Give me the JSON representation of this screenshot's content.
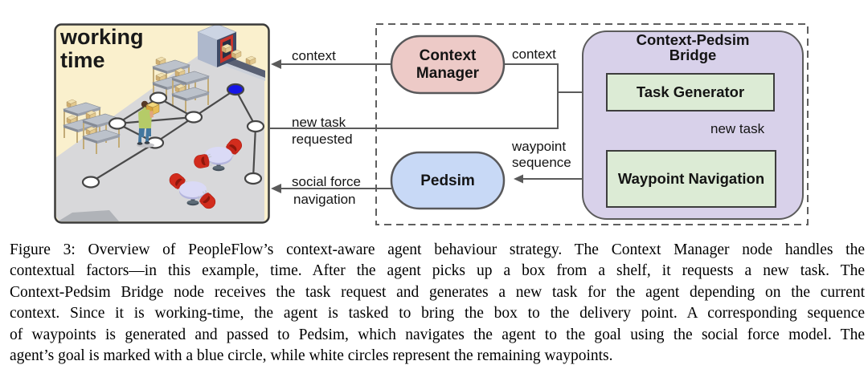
{
  "scene": {
    "title_lines": [
      "working",
      "time"
    ],
    "colors": {
      "background": "#faf0cd",
      "floor": "#d8d8da",
      "goal_blue": "#1616e8",
      "waypoint_white": "#ffffff",
      "chair_red": "#d22c1d",
      "table_lavender": "#dadaf6"
    },
    "icons": {
      "goal": "blue-circle",
      "waypoint": "white-circle",
      "agent": "person-carrying-box",
      "storage": "shelf-rack-with-boxes",
      "delivery": "conveyor-machine",
      "break_area": "table-with-chairs"
    }
  },
  "diagram": {
    "nodes": {
      "context_manager": {
        "lines": [
          "Context",
          "Manager"
        ],
        "fill": "#edcac7"
      },
      "pedsim": {
        "label": "Pedsim",
        "fill": "#c8d9f6"
      },
      "bridge": {
        "lines": [
          "Context-Pedsim",
          "Bridge"
        ],
        "fill": "#d8d1ea"
      },
      "task_generator": {
        "label": "Task Generator",
        "fill": "#dcebd5"
      },
      "waypoint_navigation": {
        "label": "Waypoint Navigation",
        "fill": "#dcebd5"
      }
    },
    "edge_labels": {
      "context_left": "context",
      "context_right": "context",
      "new_task_requested_lines": [
        "new task",
        "requested"
      ],
      "social_force_lines": [
        "social force",
        "navigation"
      ],
      "waypoint_sequence_lines": [
        "waypoint",
        "sequence"
      ],
      "new_task": "new task"
    }
  },
  "caption": {
    "lines": [
      "Figure 3: Overview of PeopleFlow’s context-aware agent behaviour strategy. The Context Manager node handles the",
      "contextual factors—in this example, time. After the agent picks up a box from a shelf, it requests a new task. The",
      "Context-Pedsim Bridge node receives the task request and generates a new task for the agent depending on the current",
      "context. Since it is working-time, the agent is tasked to bring the box to the delivery point. A corresponding sequence",
      "of waypoints is generated and passed to Pedsim, which navigates the agent to the goal using the social force model. The",
      "agent’s goal is marked with a blue circle, while white circles represent the remaining waypoints."
    ]
  }
}
